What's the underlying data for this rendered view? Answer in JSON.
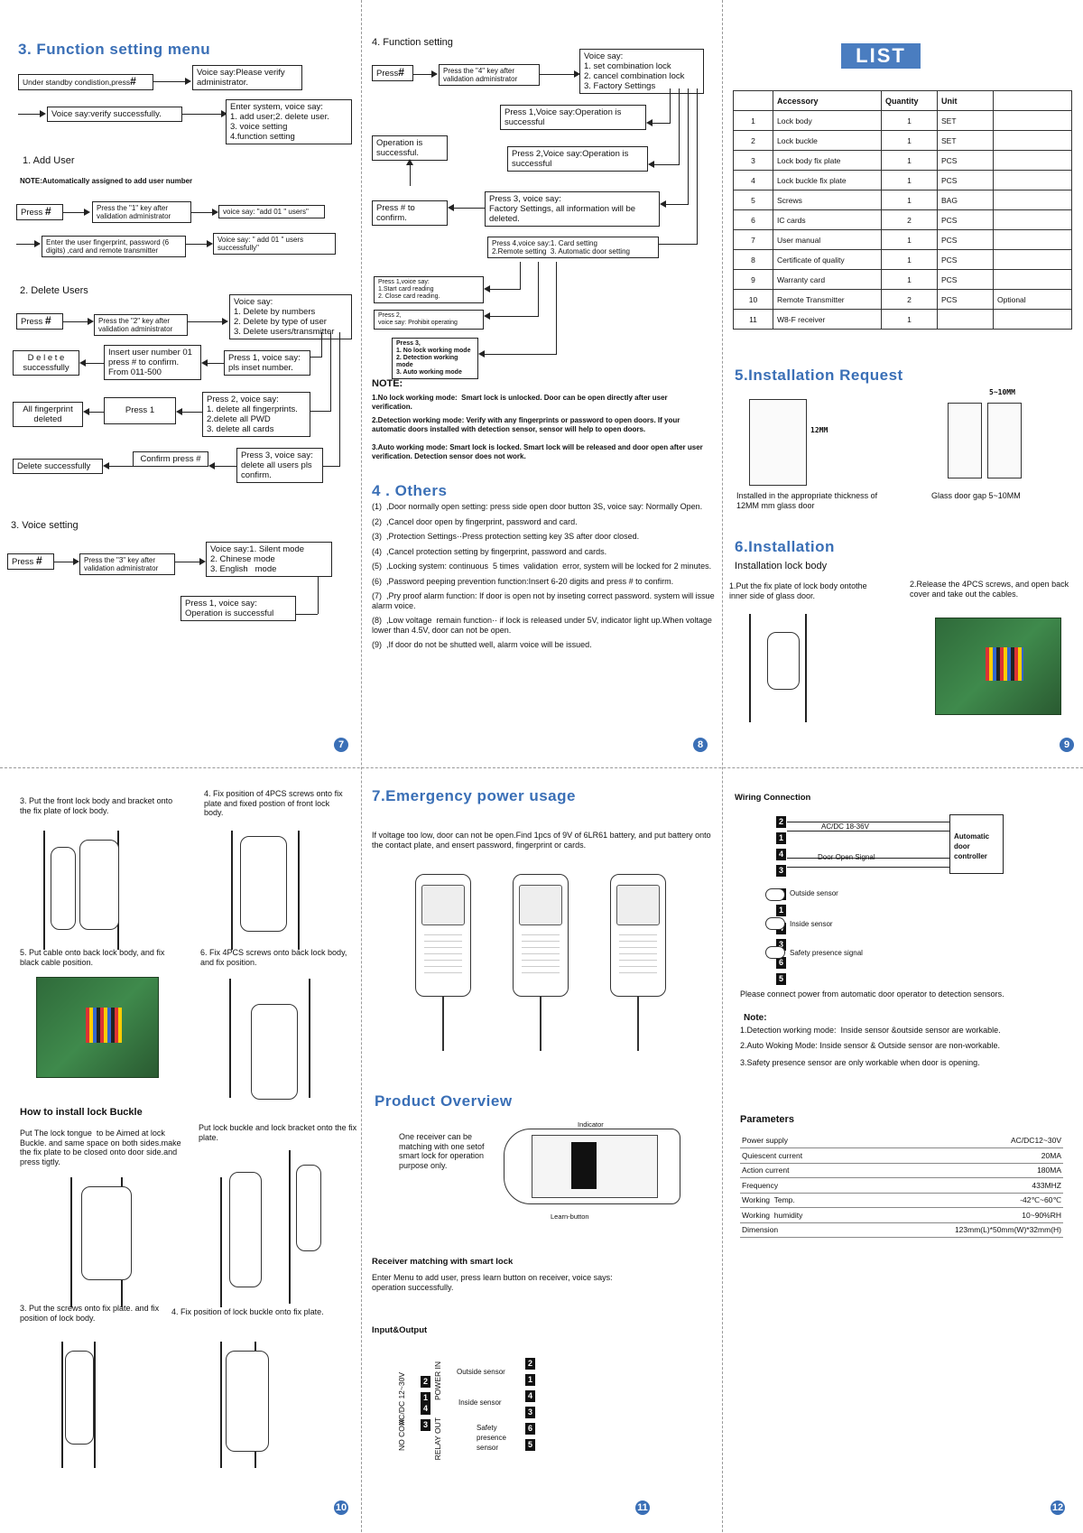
{
  "p7": {
    "title": "3. Function setting menu",
    "standby": "Under standby condistion,press",
    "hash": "#",
    "voice_verify": "Voice say:Please verify administrator.",
    "verified": "Voice say:verify successfully.",
    "enter_system": "Enter system, voice say:\n1. add user;2. delete user.\n3. voice setting\n4.function setting",
    "add_user": "1. Add User",
    "note": "NOTE:Automatically assigned to add user number",
    "press_hash": "Press",
    "press1_after": "Press the \"1\" key after validation administrator",
    "voice_add01": "voice say: \"add 01 \" users\"",
    "enter_fp": "Enter the user fingerprint, password (6 digits) ,card and remote transmitter",
    "voice_add01_ok": "Voice say: \" add 01 \" users successfully\"",
    "delete_users": "2. Delete Users",
    "press2_after": "Press the \"2\" key after validation administrator",
    "voice_delete": "Voice say:\n1. Delete by numbers\n2. Delete by type of user\n3. Delete users/transmitter",
    "delete_ok": "D e l e t e successfully",
    "insert_num": "Insert user number 01 press # to confirm. From 011-500",
    "press1_insert": "Press 1, voice say: pls inset number.",
    "all_fp_deleted": "All fingerprint deleted",
    "press1": "Press 1",
    "press2_voice": "Press 2, voice say:\n1. delete all fingerprints.\n2.delete all PWD\n3. delete all cards",
    "delete_ok2": "Delete successfully",
    "confirm_press": "Confirm press #",
    "press3_voice": "Press 3, voice say: delete all users pls confirm.",
    "voice_setting": "3. Voice setting",
    "press3_after": "Press the \"3\" key after validation administrator",
    "voice_modes": "Voice say:1. Silent mode\n2. Chinese mode\n3. English   mode",
    "press1_ok": "Press 1, voice say:\nOperation is successful",
    "page": "7"
  },
  "p8": {
    "title": "4. Function setting",
    "press_hash": "Press",
    "press4_after": "Press the \"4\" key after validation administrator",
    "voice_say": "Voice say:\n1. set combination lock\n2. cancel combination lock\n3. Factory Settings",
    "press1_voice": "Press 1,Voice say:Operation is successful",
    "op_success": "Operation is successful.",
    "press2_voice": "Press 2,Voice say:Operation is successful",
    "press_to_confirm": "Press # to confirm.",
    "press3_voice": "Press 3, voice say:\nFactory Settings, all information will be deleted.",
    "press4_voice": "Press 4,voice say:1. Card setting\n2.Remote setting  3. Automatic door setting",
    "card_read": "Press 1,voice say:\n1.Start card reading\n2. Close card reading.",
    "press2_prohibit": "Press 2,\nvoice say: Prohibit operating",
    "press3_modes": "Press 3,\n1. No lock working mode\n2. Detection working mode\n3. Auto working mode",
    "note_h": "NOTE:",
    "note1": "1.No lock working mode:  Smart lock is unlocked. Door can be open directly after user verification.",
    "note2": "2.Detection working mode: Verify with any fingerprints or password to open doors. If your automatic doors installed with detection sensor, sensor will help to open doors.",
    "note3": "3.Auto working mode: Smart lock is locked. Smart lock will be released and door open after user verification. Detection sensor does not work.",
    "others_title": "4 . Others",
    "others": [
      "(1)  ,Door normally open setting: press side open door button 3S, voice say: Normally Open.",
      "(2)  ,Cancel door open by fingerprint, password and card.",
      "(3)  ,Protection Settings··Press protection setting key 3S after door closed.",
      "(4)  ,Cancel protection setting by fingerprint, password and cards.",
      "(5)  ,Locking system: continuous  5 times  validation  error, system will be locked for 2 minutes.",
      "(6)  ,Password peeping prevention function:Insert 6-20 digits and press # to confirm.",
      "(7)  ,Pry proof alarm function: If door is open not by inseting correct password. system will issue alarm voice.",
      "(8)  ,Low voltage  remain function·· if lock is released under 5V, indicator light up.When voltage lower than 4.5V, door can not be open.",
      "(9)  ,If door do not be shutted well, alarm voice will be issued."
    ],
    "page": "8"
  },
  "p9": {
    "list_title": "LIST",
    "headers": [
      "",
      "Accessory",
      "Quantity",
      "Unit",
      ""
    ],
    "rows": [
      [
        "1",
        "Lock body",
        "1",
        "SET",
        ""
      ],
      [
        "2",
        "Lock buckle",
        "1",
        "SET",
        ""
      ],
      [
        "3",
        "Lock body fix plate",
        "1",
        "PCS",
        ""
      ],
      [
        "4",
        "Lock buckle fix plate",
        "1",
        "PCS",
        ""
      ],
      [
        "5",
        "Screws",
        "1",
        "BAG",
        ""
      ],
      [
        "6",
        "IC cards",
        "2",
        "PCS",
        ""
      ],
      [
        "7",
        "User manual",
        "1",
        "PCS",
        ""
      ],
      [
        "8",
        "Certificate of quality",
        "1",
        "PCS",
        ""
      ],
      [
        "9",
        "Warranty card",
        "1",
        "PCS",
        ""
      ],
      [
        "10",
        "Remote Transmitter",
        "2",
        "PCS",
        "Optional"
      ],
      [
        "11",
        "W8-F receiver",
        "1",
        "",
        ""
      ]
    ],
    "install_req": "5.Installation Request",
    "thick": "12MM",
    "gap": "5~10MM",
    "cap1": "Installed in the appropriate thickness of 12MM mm glass door",
    "cap2": "Glass door gap 5~10MM",
    "install": "6.Installation",
    "install_body": "Installation lock body",
    "step1": "1.Put the fix plate of lock body ontothe inner side of glass door.",
    "step2": "2.Release the 4PCS screws, and open back cover and take out the cables.",
    "page": "9"
  },
  "p10": {
    "s3": "3. Put the front lock body and bracket onto the fix plate of lock body.",
    "s4": "4. Fix position of 4PCS screws onto fix plate and fixed postion of front lock body.",
    "s5": "5. Put cable onto back lock body, and fix black cable position.",
    "s6": "6. Fix 4PCS screws onto back lock body, and fix position.",
    "buckle_title": "How to install lock Buckle",
    "b1": "Put The lock tongue  to be Aimed at lock Buckle. and same space on both sides.make the fix plate to be closed onto door side.and press tigtly.",
    "b2": "Put lock buckle and lock bracket onto the fix plate.",
    "b3": "3. Put the screws onto fix plate. and fix position of lock body.",
    "b4": "4. Fix position of lock buckle onto fix plate.",
    "page": "10"
  },
  "p11": {
    "title": "7.Emergency power usage",
    "body": "If voltage too low, door can not be open.Find 1pcs of 9V of 6LR61 battery, and put battery onto the contact plate, and ensert password, fingerprint or cards.",
    "overview": "Product Overview",
    "overview_text": "One receiver can be matching with one setof smart lock for operation purpose only.",
    "indicator": "Indicator",
    "learn": "Learn-button",
    "matching_h": "Receiver matching with smart lock",
    "matching": "Enter Menu to add user, press learn button on receiver, voice says: operation successfully.",
    "io_h": "Input&Output",
    "acdc": "AC/DC 12~30V",
    "power_in": "POWER IN",
    "no_com": "NO COM",
    "relay_out": "RELAY OUT",
    "outside": "Outside sensor",
    "inside": "Inside sensor",
    "safety": "Safety presence sensor",
    "page": "11"
  },
  "p12": {
    "wiring_h": "Wiring Connection",
    "acdc_label": "AC/DC 18-36V",
    "controller": "Automatic door controller",
    "door_signal": "Door Open Signal",
    "outside": "Outside sensor",
    "inside": "Inside sensor",
    "safety": "Safety presence signal",
    "connect": "Please connect power from automatic door operator to detection sensors.",
    "note_h": "Note:",
    "n1": "1.Detection working mode:  Inside sensor &outside sensor are workable.",
    "n2": "2.Auto Woking Mode: Inside sensor & Outside sensor are non-workable.",
    "n3": "3.Safety presence sensor are only workable when door is opening.",
    "params_h": "Parameters",
    "params": [
      [
        "Power supply",
        "AC/DC12~30V"
      ],
      [
        "Quiescent current",
        "20MA"
      ],
      [
        "Action current",
        "180MA"
      ],
      [
        "Frequency",
        "433MHZ"
      ],
      [
        "Working  Temp.",
        "-42℃~60℃"
      ],
      [
        "Working  humidity",
        "10~90%RH"
      ],
      [
        "Dimension",
        "123mm(L)*50mm(W)*32mm(H)"
      ]
    ],
    "page": "12"
  }
}
